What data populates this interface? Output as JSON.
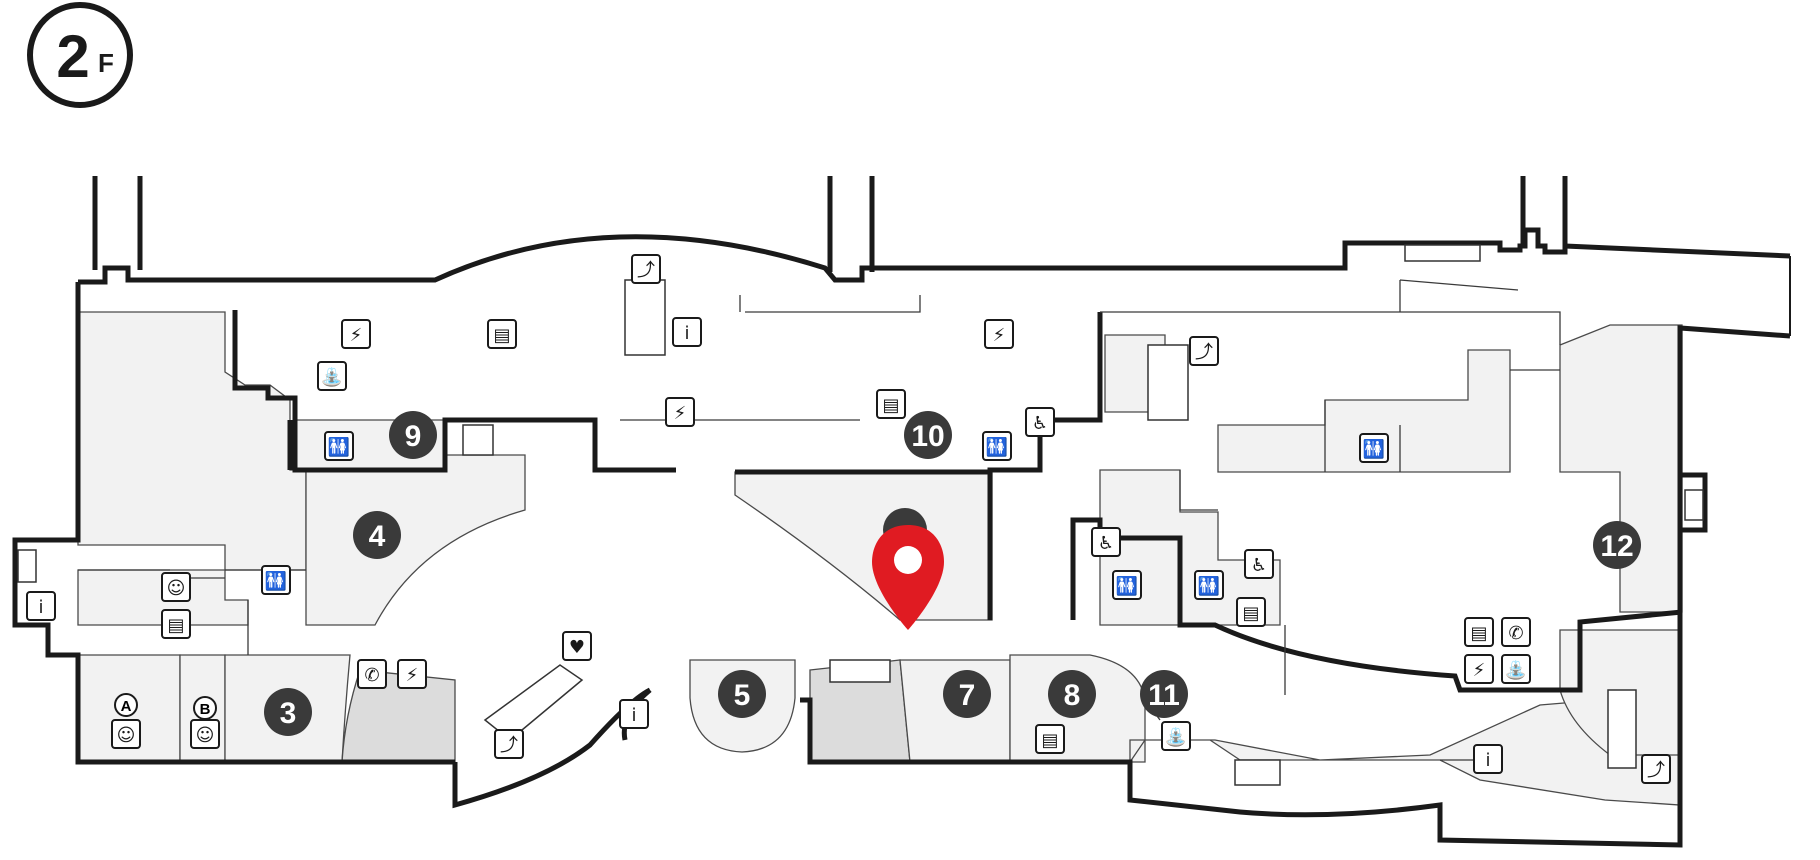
{
  "floor": {
    "number": "2",
    "suffix": "F"
  },
  "shops": [
    {
      "id": "shop-3",
      "label": "3"
    },
    {
      "id": "shop-4",
      "label": "4"
    },
    {
      "id": "shop-5",
      "label": "5"
    },
    {
      "id": "shop-6",
      "label": ""
    },
    {
      "id": "shop-7",
      "label": "7"
    },
    {
      "id": "shop-8",
      "label": "8"
    },
    {
      "id": "shop-9",
      "label": "9"
    },
    {
      "id": "shop-10",
      "label": "10"
    },
    {
      "id": "shop-11",
      "label": "11"
    },
    {
      "id": "shop-12",
      "label": "12"
    }
  ],
  "area_labels": {
    "a": "A",
    "b": "B"
  },
  "facility_glyphs": {
    "restroom": "🚻",
    "wheelchair": "♿",
    "phone": "✆",
    "info": "i",
    "escalator": "⤴",
    "charging": "⚡",
    "water": "⛲",
    "aed": "♥",
    "locker": "▤",
    "baby": "☺"
  },
  "marker": {
    "color": "#e01b22",
    "label": "current-location"
  },
  "colors": {
    "wall": "#1a1a1a",
    "room": "#f2f2f2",
    "room_dark": "#dcdcdc",
    "shop_circle": "#3a3a3a",
    "accent": "#e01b22"
  }
}
